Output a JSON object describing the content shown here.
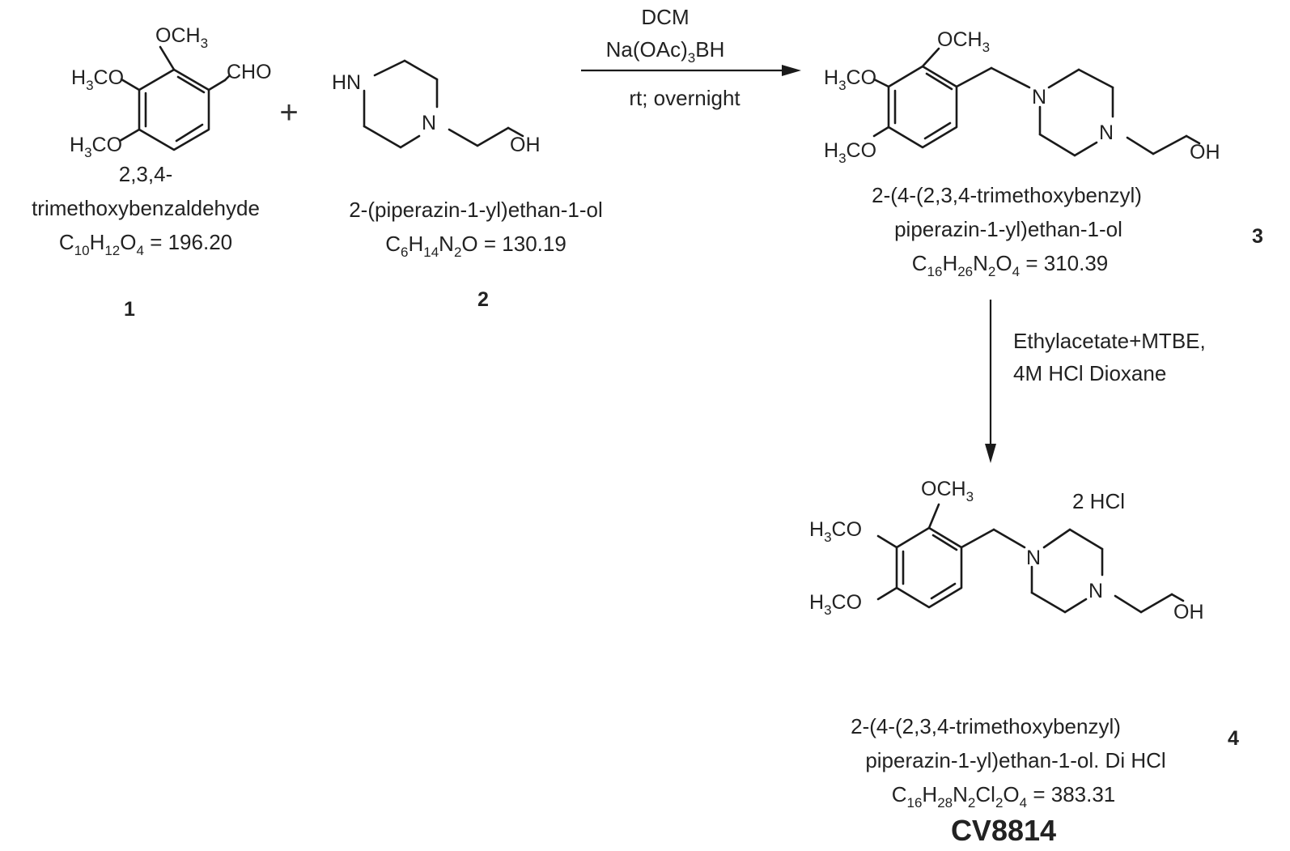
{
  "reactant1": {
    "name_line1": "2,3,4-",
    "name_line2": "trimethoxybenzaldehyde",
    "formula": {
      "c": "C",
      "c_n": "10",
      "h": "H",
      "h_n": "12",
      "o": "O",
      "o_n": "4",
      "rest": " = 196.20"
    },
    "number": "1",
    "atoms": {
      "och3_top": "OCH",
      "och3_top_sub": "3",
      "h3co_mid_h": "H",
      "h3co_mid_sub": "3",
      "h3co_mid_co": "CO",
      "h3co_bot_h": "H",
      "h3co_bot_sub": "3",
      "h3co_bot_co": "CO",
      "cho": "CHO"
    }
  },
  "plus_sign": "+",
  "reactant2": {
    "name": "2-(piperazin-1-yl)ethan-1-ol",
    "formula": {
      "c": "C",
      "c_n": "6",
      "h": "H",
      "h_n": "14",
      "n": "N",
      "n_n": "2",
      "o": "O",
      "rest": " = 130.19"
    },
    "number": "2",
    "atoms": {
      "hn": "HN",
      "n": "N",
      "oh": "OH"
    }
  },
  "step1": {
    "reagent1": "DCM",
    "reagent2_pre": "Na(OAc)",
    "reagent2_sub": "3",
    "reagent2_post": "BH",
    "conditions": "rt; overnight"
  },
  "product3": {
    "name_line1": "2-(4-(2,3,4-trimethoxybenzyl)",
    "name_line2": "piperazin-1-yl)ethan-1-ol",
    "formula": {
      "c": "C",
      "c_n": "16",
      "h": "H",
      "h_n": "26",
      "n": "N",
      "n_n": "2",
      "o": "O",
      "o_n": "4",
      "rest": " = 310.39"
    },
    "number": "3",
    "atoms": {
      "och3": "OCH",
      "och3_sub": "3",
      "h": "H",
      "h_sub": "3",
      "co": "CO",
      "n": "N",
      "oh": "OH"
    }
  },
  "step2": {
    "line1": "Ethylacetate+MTBE,",
    "line2": "4M HCl Dioxane"
  },
  "product4": {
    "salt": "2 HCl",
    "name_line1": "2-(4-(2,3,4-trimethoxybenzyl)",
    "name_line2": "piperazin-1-yl)ethan-1-ol. Di HCl",
    "formula": {
      "c": "C",
      "c_n": "16",
      "h": "H",
      "h_n": "28",
      "n": "N",
      "n_n": "2",
      "cl": "Cl",
      "cl_n": "2",
      "o": "O",
      "o_n": "4",
      "rest": " = 383.31"
    },
    "number": "4",
    "code": "CV8814"
  }
}
